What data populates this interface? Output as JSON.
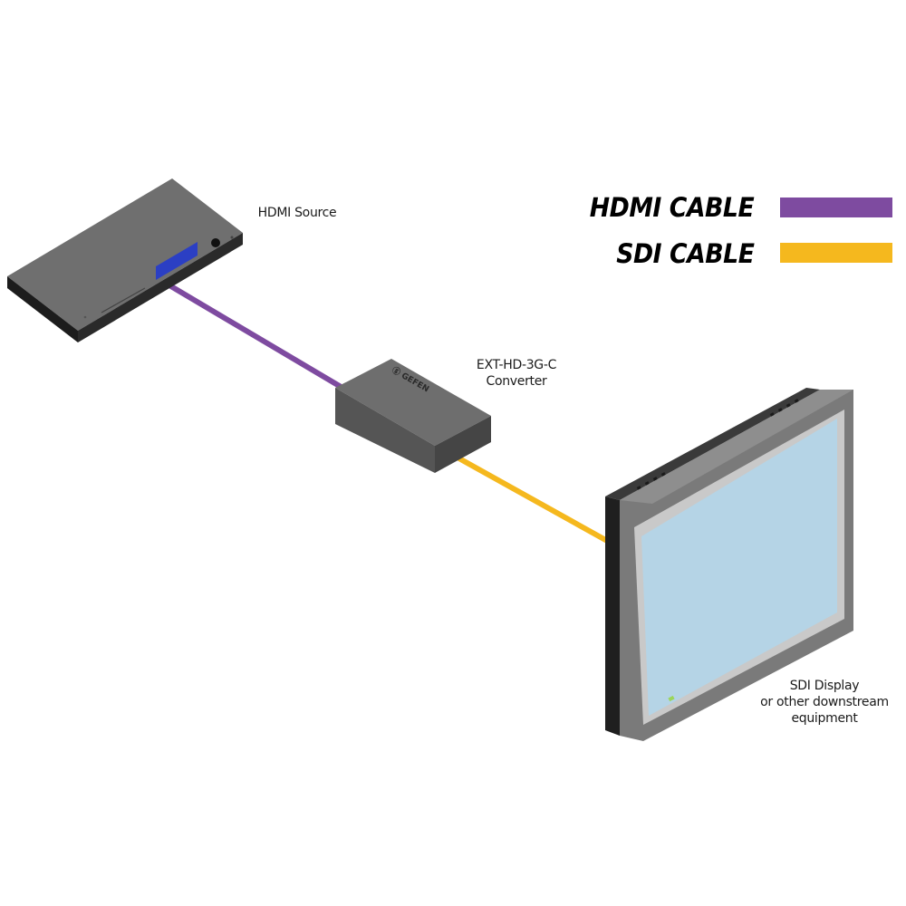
{
  "diagram": {
    "title": "HDMI to SDI conversion connection diagram",
    "legend": [
      {
        "label": "HDMI CABLE",
        "color": "#7e4ba0"
      },
      {
        "label": "SDI CABLE",
        "color": "#f5b81e"
      }
    ],
    "devices": {
      "source": {
        "label": "HDMI Source",
        "display_color": "#2b3fc4"
      },
      "converter": {
        "label_line1": "EXT-HD-3G-C",
        "label_line2": "Converter",
        "brand": "GEFEN"
      },
      "display": {
        "label_line1": "SDI Display",
        "label_line2": "or other downstream",
        "label_line3": "equipment",
        "screen_color": "#b5d4e6",
        "led_color": "#9bd65a"
      }
    },
    "connections": [
      {
        "from": "HDMI Source",
        "to": "EXT-HD-3G-C Converter",
        "cable": "HDMI CABLE"
      },
      {
        "from": "EXT-HD-3G-C Converter",
        "to": "SDI Display",
        "cable": "SDI CABLE"
      }
    ]
  }
}
